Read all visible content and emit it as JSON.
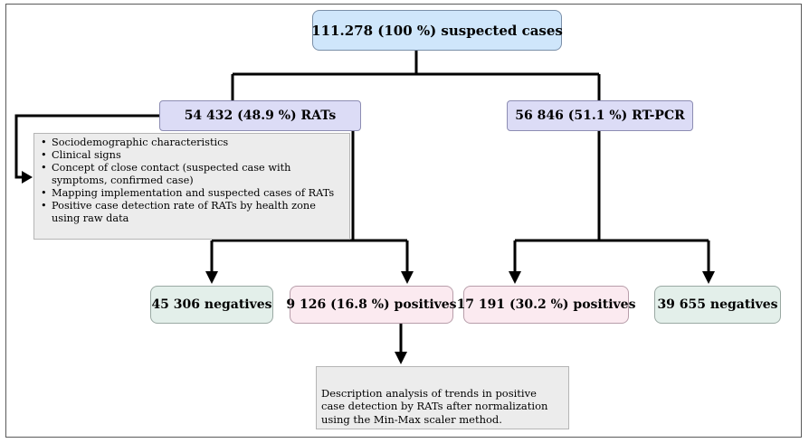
{
  "root": {
    "label": "111.278 (100 %)  suspected cases"
  },
  "branch_rats": {
    "label": "54 432  (48.9 %) RATs"
  },
  "branch_pcr": {
    "label": "56 846  (51.1 %) RT-PCR"
  },
  "rats_analyses": [
    "Sociodemographic characteristics",
    "Clinical signs",
    "Concept of close contact (suspected case with symptoms, confirmed case)",
    "Mapping implementation and suspected cases of RATs",
    "Positive case detection rate of RATs by health zone using raw data"
  ],
  "rats_negatives": {
    "label": "45 306 negatives"
  },
  "rats_positives": {
    "label": "9 126  (16.8 %) positives"
  },
  "pcr_positives": {
    "label": "17 191 (30.2 %) positives"
  },
  "pcr_negatives": {
    "label": "39 655 negatives"
  },
  "trend_analysis": {
    "text": "Description analysis of trends in positive\ncase  detection by RATs after normalization\nusing the Min-Max scaler method."
  },
  "colors": {
    "root_fill": "#cfe6fb",
    "branch_fill": "#dcdcf6",
    "negative_fill": "#e3efea",
    "positive_fill": "#fbeaf0",
    "note_fill": "#ececec",
    "line": "#000000"
  }
}
